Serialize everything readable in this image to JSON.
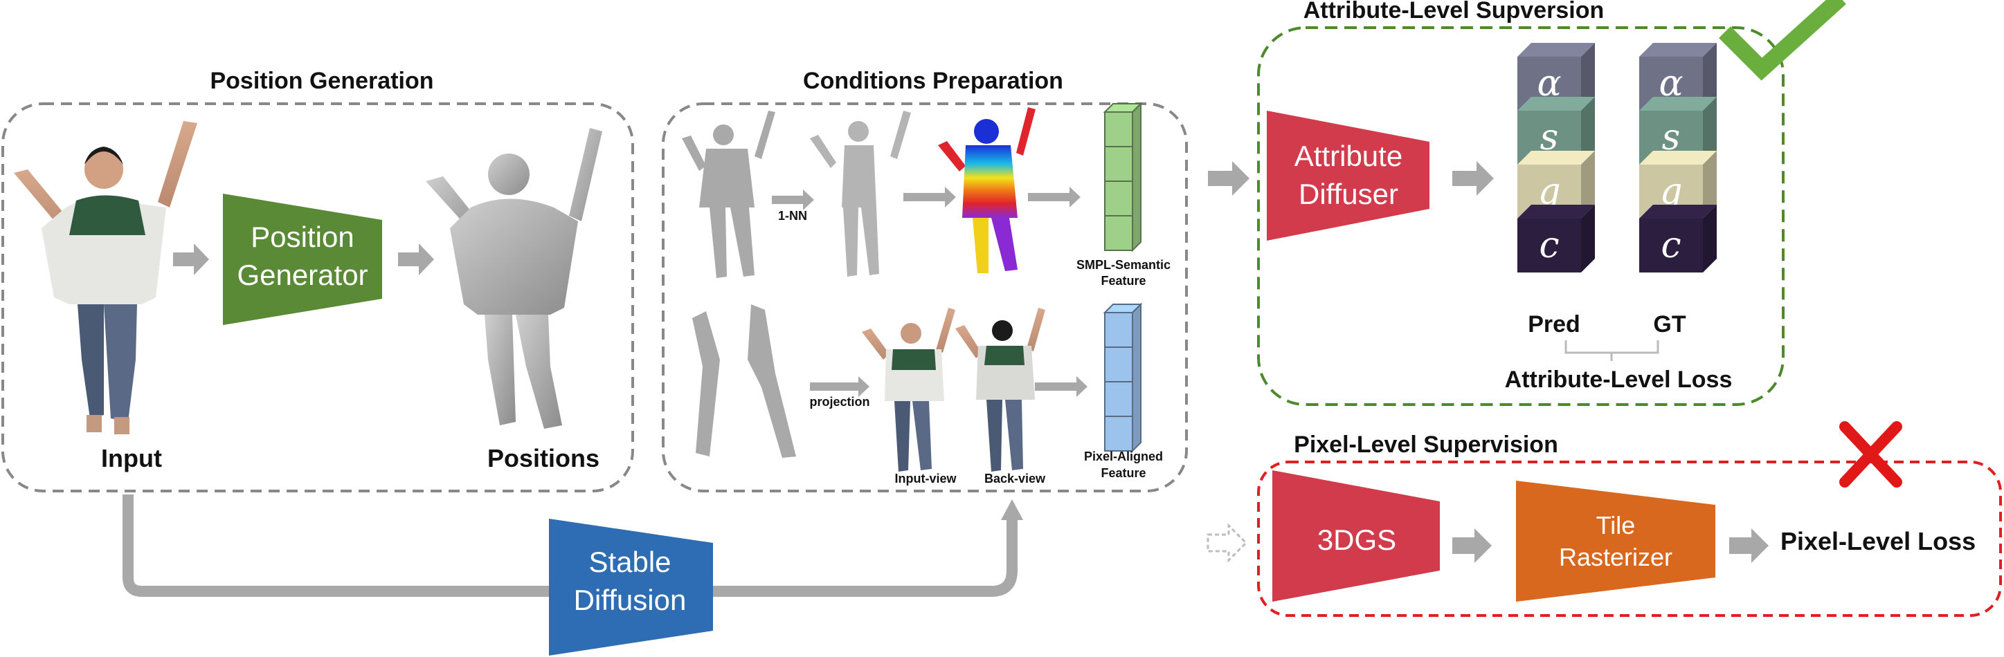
{
  "sections": {
    "position_generation": {
      "title": "Position Generation",
      "input_label": "Input",
      "positions_label": "Positions"
    },
    "conditions_preparation": {
      "title": "Conditions Preparation",
      "nn_label": "1-NN",
      "projection_label": "projection",
      "smpl_feature_label_line1": "SMPL-Semantic",
      "smpl_feature_label_line2": "Feature",
      "pixel_feature_label_line1": "Pixel-Aligned",
      "pixel_feature_label_line2": "Feature",
      "input_view_label": "Input-view",
      "back_view_label": "Back-view"
    },
    "attribute_supervision": {
      "title": "Attribute-Level Supversion",
      "pred_label": "Pred",
      "gt_label": "GT",
      "loss_label": "Attribute-Level Loss",
      "cube_symbols": [
        "α",
        "s",
        "q",
        "c"
      ]
    },
    "pixel_supervision": {
      "title": "Pixel-Level Supervision",
      "loss_label": "Pixel-Level Loss"
    }
  },
  "blocks": {
    "position_generator": {
      "line1": "Position",
      "line2": "Generator"
    },
    "attribute_diffuser": {
      "line1": "Attribute",
      "line2": "Diffuser"
    },
    "stable_diffusion": {
      "line1": "Stable",
      "line2": "Diffusion"
    },
    "three_dgs": {
      "line1": "3DGS"
    },
    "tile_rasterizer": {
      "line1": "Tile",
      "line2": "Rasterizer"
    }
  },
  "colors": {
    "position_generator": "#5a8a36",
    "attribute_diffuser": "#d23b4c",
    "stable_diffusion": "#2e6db4",
    "three_dgs": "#d23b4c",
    "tile_rasterizer": "#d9681f",
    "attribute_frame": "#4d8a2c",
    "pixel_frame": "#e02020",
    "check": "#6aaf3d",
    "cross": "#e01818",
    "arrow": "#a8a8a8",
    "cube_alpha": "#6f7186",
    "cube_s": "#6d9283",
    "cube_q": "#cdc6a3",
    "cube_c": "#2b1e3e",
    "smpl_feature": "#9fd08a",
    "pixel_feature": "#9cc3ec"
  },
  "icons": {
    "success": "check-mark-icon",
    "failure": "cross-mark-icon"
  }
}
